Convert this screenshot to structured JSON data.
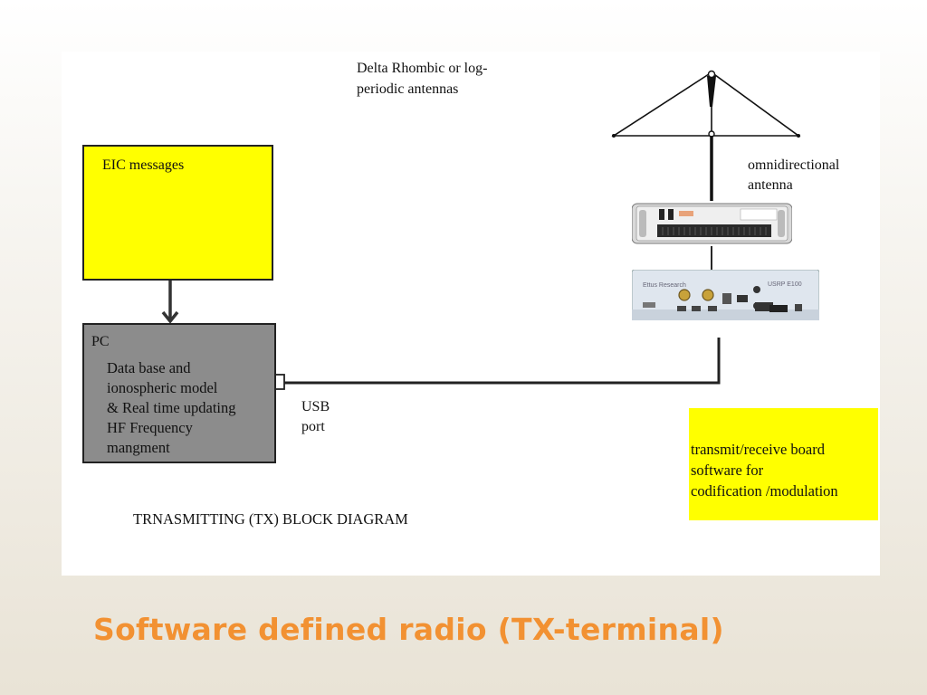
{
  "diagram": {
    "antenna_top_label": "Delta Rhombic or log-\nperiodic  antennas",
    "omni_label": "omnidirectional\nantenna",
    "eic_box_label": "EIC messages",
    "pc_box_title": "PC",
    "pc_box_body": "Data base and\nionospheric  model\n& Real time updating\nHF Frequency\nmangment",
    "usb_label": "USB\nport",
    "board_label": "transmit/receive board\nsoftware for\ncodification /modulation",
    "caption": "TRNASMITTING  (TX) BLOCK DIAGRAM",
    "usrp_brand": "Ettus Research",
    "usrp_model": "USRP E100"
  },
  "slide": {
    "title": "Software defined radio (TX-terminal)"
  },
  "colors": {
    "yellow_box": "#ffff00",
    "pc_box": "#8c8c8c",
    "title": "#f29132"
  }
}
